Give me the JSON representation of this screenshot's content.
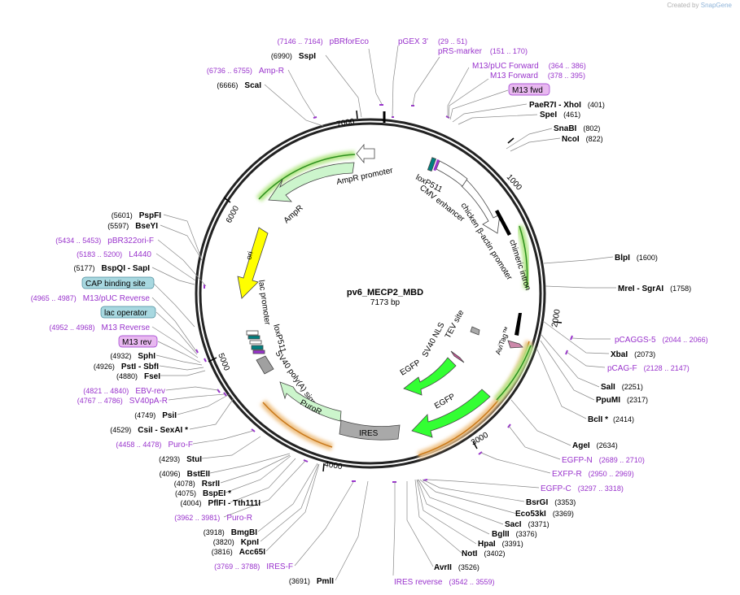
{
  "credit": {
    "created_by": "Created by",
    "brand": "SnapGene"
  },
  "plasmid": {
    "name": "pv6_MECP2_MBD",
    "length": 7173,
    "length_label": "7173 bp"
  },
  "colors": {
    "backbone": "#222222",
    "primer": "#9933cc",
    "enzyme": "#000000",
    "leader": "#888888"
  },
  "ticks": [
    "1000",
    "2000",
    "3000",
    "4000",
    "5000",
    "6000",
    "7000"
  ],
  "features": [
    {
      "id": "ampr-promoter",
      "label": "AmpR promoter",
      "fill": "#ffffff"
    },
    {
      "id": "ampr",
      "label": "AmpR",
      "fill": "#ccf5cc"
    },
    {
      "id": "ori",
      "label": "ori",
      "fill": "#ffff00"
    },
    {
      "id": "lac-promoter",
      "label": "lac promoter",
      "fill": "#ffffff"
    },
    {
      "id": "loxp511-b",
      "label": "loxP511",
      "fill": "#008080"
    },
    {
      "id": "sv40pa",
      "label": "SV40 poly(A) signal",
      "fill": "#a0a0a0"
    },
    {
      "id": "puror",
      "label": "PuroR",
      "fill": "#ccf5cc"
    },
    {
      "id": "ires",
      "label": "IRES",
      "fill": "#a9a9a9"
    },
    {
      "id": "egfp1",
      "label": "EGFP",
      "fill": "#33ff33"
    },
    {
      "id": "egfp2",
      "label": "EGFP",
      "fill": "#33ff33"
    },
    {
      "id": "sv40nls",
      "label": "SV40 NLS",
      "fill": "#cc5599"
    },
    {
      "id": "tev",
      "label": "TEV site",
      "fill": "#aaaaaa"
    },
    {
      "id": "avitag",
      "label": "AviTag™",
      "fill": "#cc88aa"
    },
    {
      "id": "chimeric",
      "label": "chimeric intron",
      "fill": "#ffffff"
    },
    {
      "id": "cba",
      "label": "chicken β-actin promoter",
      "fill": "#ffffff"
    },
    {
      "id": "cmv",
      "label": "CMV enhancer",
      "fill": "#ffffff"
    },
    {
      "id": "loxp511-a",
      "label": "loxP511",
      "fill": "#008080"
    },
    {
      "id": "m13fwd",
      "label": "M13 fwd",
      "fill": "#e8b8f0"
    },
    {
      "id": "m13rev",
      "label": "M13 rev",
      "fill": "#e8b8f0"
    },
    {
      "id": "cap",
      "label": "CAP binding site",
      "fill": "#a8d8e0"
    },
    {
      "id": "lacop",
      "label": "lac operator",
      "fill": "#a8d8e0"
    }
  ],
  "labels_right": [
    {
      "kind": "enzyme",
      "name": "PaeR7I",
      "name2": "XhoI",
      "coord": "(401)"
    },
    {
      "kind": "enzyme",
      "name": "SpeI",
      "coord": "(461)"
    },
    {
      "kind": "enzyme",
      "name": "SnaBI",
      "coord": "(802)"
    },
    {
      "kind": "enzyme",
      "name": "NcoI",
      "coord": "(822)"
    },
    {
      "kind": "enzyme",
      "name": "BlpI",
      "coord": "(1600)"
    },
    {
      "kind": "enzyme",
      "name": "MreI",
      "name2": "SgrAI",
      "coord": "(1758)"
    },
    {
      "kind": "primer",
      "name": "pCAGGS-5",
      "coord": "(2044 .. 2066)"
    },
    {
      "kind": "enzyme",
      "name": "XbaI",
      "coord": "(2073)"
    },
    {
      "kind": "primer",
      "name": "pCAG-F",
      "coord": "(2128 .. 2147)"
    },
    {
      "kind": "enzyme",
      "name": "SalI",
      "coord": "(2251)"
    },
    {
      "kind": "enzyme",
      "name": "PpuMI",
      "coord": "(2317)"
    },
    {
      "kind": "enzyme",
      "name": "BclI *",
      "coord": "(2414)"
    },
    {
      "kind": "enzyme",
      "name": "AgeI",
      "coord": "(2634)"
    },
    {
      "kind": "primer",
      "name": "EGFP-N",
      "coord": "(2689 .. 2710)"
    },
    {
      "kind": "primer",
      "name": "EXFP-R",
      "coord": "(2950 .. 2969)"
    },
    {
      "kind": "primer",
      "name": "EGFP-C",
      "coord": "(3297 .. 3318)"
    },
    {
      "kind": "enzyme",
      "name": "BsrGI",
      "coord": "(3353)"
    },
    {
      "kind": "enzyme",
      "name": "Eco53kI",
      "coord": "(3369)"
    },
    {
      "kind": "enzyme",
      "name": "SacI",
      "coord": "(3371)"
    },
    {
      "kind": "enzyme",
      "name": "BglII",
      "coord": "(3376)"
    },
    {
      "kind": "enzyme",
      "name": "HpaI",
      "coord": "(3391)"
    },
    {
      "kind": "enzyme",
      "name": "NotI",
      "coord": "(3402)"
    },
    {
      "kind": "enzyme",
      "name": "AvrII",
      "coord": "(3526)"
    },
    {
      "kind": "primer",
      "name": "IRES reverse",
      "coord": "(3542 .. 3559)"
    }
  ],
  "labels_left": [
    {
      "kind": "primer",
      "name": "pBRforEco",
      "coord": "(7146 .. 7164)"
    },
    {
      "kind": "primer",
      "name": "pGEX 3'",
      "coord": "(29 .. 51)"
    },
    {
      "kind": "primer",
      "name": "pRS-marker",
      "coord": "(151 .. 170)"
    },
    {
      "kind": "primer",
      "name": "M13/pUC Forward",
      "coord": "(364 .. 386)"
    },
    {
      "kind": "primer",
      "name": "M13 Forward",
      "coord": "(378 .. 395)"
    },
    {
      "kind": "enzyme",
      "name": "SspI",
      "coord": "(6990)"
    },
    {
      "kind": "primer",
      "name": "Amp-R",
      "coord": "(6736 .. 6755)"
    },
    {
      "kind": "enzyme",
      "name": "ScaI",
      "coord": "(6666)"
    },
    {
      "kind": "enzyme",
      "name": "PspFI",
      "coord": "(5601)"
    },
    {
      "kind": "enzyme",
      "name": "BseYI",
      "coord": "(5597)"
    },
    {
      "kind": "primer",
      "name": "pBR322ori-F",
      "coord": "(5434 .. 5453)"
    },
    {
      "kind": "primer",
      "name": "L4440",
      "coord": "(5183 .. 5200)"
    },
    {
      "kind": "enzyme",
      "name": "BspQI",
      "name2": "SapI",
      "coord": "(5177)"
    },
    {
      "kind": "primer",
      "name": "M13/pUC Reverse",
      "coord": "(4965 .. 4987)"
    },
    {
      "kind": "primer",
      "name": "M13 Reverse",
      "coord": "(4952 .. 4968)"
    },
    {
      "kind": "enzyme",
      "name": "SphI",
      "coord": "(4932)"
    },
    {
      "kind": "enzyme",
      "name": "PstI",
      "name2": "SbfI",
      "coord": "(4926)"
    },
    {
      "kind": "enzyme",
      "name": "FseI",
      "coord": "(4880)"
    },
    {
      "kind": "primer",
      "name": "EBV-rev",
      "coord": "(4821 .. 4840)"
    },
    {
      "kind": "primer",
      "name": "SV40pA-R",
      "coord": "(4767 .. 4786)"
    },
    {
      "kind": "enzyme",
      "name": "PsiI",
      "coord": "(4749)"
    },
    {
      "kind": "enzyme",
      "name": "CsiI",
      "name2": "SexAI *",
      "coord": "(4529)"
    },
    {
      "kind": "primer",
      "name": "Puro-F",
      "coord": "(4458 .. 4478)"
    },
    {
      "kind": "enzyme",
      "name": "StuI",
      "coord": "(4293)"
    },
    {
      "kind": "enzyme",
      "name": "BstEII",
      "coord": "(4096)"
    },
    {
      "kind": "enzyme",
      "name": "RsrII",
      "coord": "(4078)"
    },
    {
      "kind": "enzyme",
      "name": "BspEI *",
      "coord": "(4075)"
    },
    {
      "kind": "enzyme",
      "name": "PflFI",
      "name2": "Tth111I",
      "coord": "(4004)"
    },
    {
      "kind": "primer",
      "name": "Puro-R",
      "coord": "(3962 .. 3981)"
    },
    {
      "kind": "enzyme",
      "name": "BmgBI",
      "coord": "(3918)"
    },
    {
      "kind": "enzyme",
      "name": "KpnI",
      "coord": "(3820)"
    },
    {
      "kind": "enzyme",
      "name": "Acc65I",
      "coord": "(3816)"
    },
    {
      "kind": "primer",
      "name": "IRES-F",
      "coord": "(3769 .. 3788)"
    },
    {
      "kind": "enzyme",
      "name": "PmlI",
      "coord": "(3691)"
    }
  ]
}
